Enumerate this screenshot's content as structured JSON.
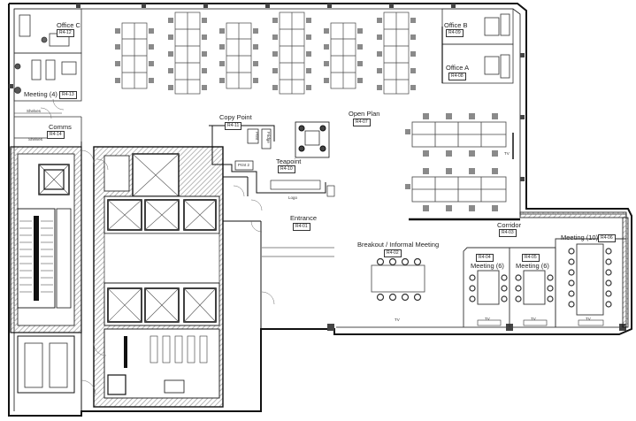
{
  "rooms": [
    {
      "name": "Office C",
      "code": "R4-12"
    },
    {
      "name": "Meeting (4)",
      "code": "R4-13"
    },
    {
      "name": "Comms",
      "code": "R4-14"
    },
    {
      "name": "Copy Point",
      "code": "R4-11"
    },
    {
      "name": "Teapoint",
      "code": "R4-10"
    },
    {
      "name": "Open Plan",
      "code": "R4-07"
    },
    {
      "name": "Office B",
      "code": "R4-09"
    },
    {
      "name": "Office A",
      "code": "R4-08"
    },
    {
      "name": "Entrance",
      "code": "R4-01"
    },
    {
      "name": "Breakout / Informal Meeting",
      "code": "R4-02"
    },
    {
      "name": "Corridor",
      "code": "R4-03"
    },
    {
      "name": "Meeting (6)",
      "code": "R4-04"
    },
    {
      "name": "Meeting (6)",
      "code": "R4-05"
    },
    {
      "name": "Meeting (10)",
      "code": "R4-06"
    }
  ],
  "annotations": {
    "shelves_1": "Shelves",
    "shelves_2": "Shelves",
    "logo": "Logo",
    "tv": "TV",
    "fridge": "Fridge",
    "print": "Print",
    "print_2": "Print 2"
  },
  "colors": {
    "wall": "#111111",
    "light_wall": "#555555",
    "hatch": "#9a9a9a",
    "furniture": "#444444",
    "chair": "#8a8a8a"
  }
}
